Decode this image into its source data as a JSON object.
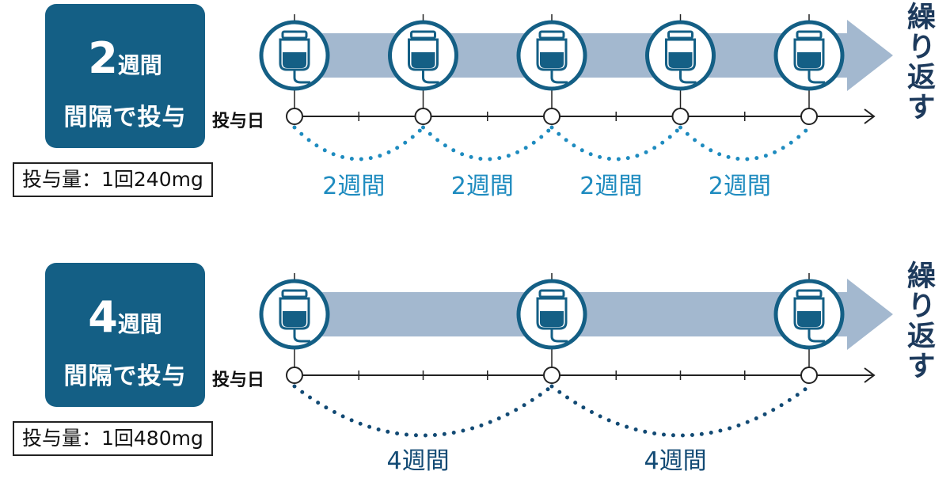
{
  "panels": [
    {
      "badge": {
        "number": "2",
        "unit": "週間",
        "subtitle": "間隔で投与"
      },
      "dose": "投与量：1回240mg",
      "axis_label": "投与日",
      "repeat": "繰り返す",
      "interval_label": "2週間",
      "intervals": [
        "2週間",
        "2週間",
        "2週間",
        "2週間"
      ],
      "dose_days": [
        0,
        2,
        4,
        6,
        8
      ],
      "colors": {
        "dots": "#1e8bbf"
      }
    },
    {
      "badge": {
        "number": "4",
        "unit": "週間",
        "subtitle": "間隔で投与"
      },
      "dose": "投与量：1回480mg",
      "axis_label": "投与日",
      "repeat": "繰り返す",
      "interval_label": "4週間",
      "intervals": [
        "4週間",
        "4週間"
      ],
      "dose_days": [
        0,
        4,
        8
      ],
      "colors": {
        "dots": "#124a74"
      }
    }
  ],
  "colors": {
    "badge": "#145f85",
    "arrow": "#a3b8cf",
    "icon": "#145f85",
    "axis": "#222222"
  },
  "icon": "iv-drip-bag-icon"
}
